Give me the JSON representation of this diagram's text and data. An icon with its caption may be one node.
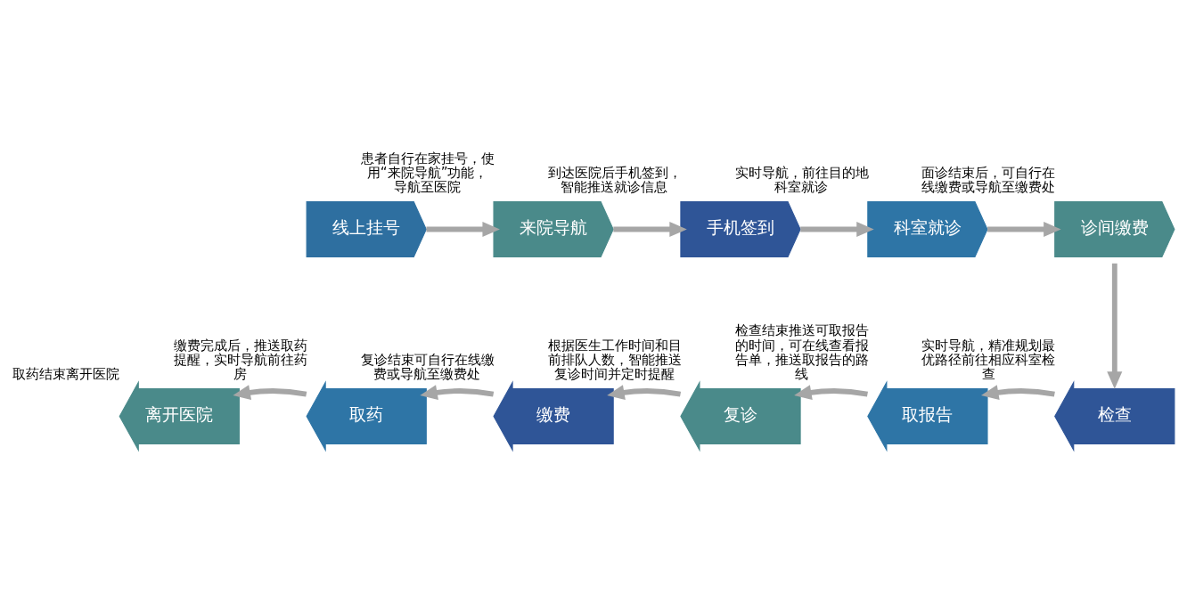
{
  "diagram": {
    "nodes": [
      {
        "text": [
          "线上挂号"
        ]
      },
      {
        "text": [
          "来院导航"
        ],
        "beside": [
          "患者自行在家挂号，使用“来院导航”功能，导航至医院"
        ]
      },
      {
        "text": [
          "手机签到"
        ],
        "beside": [
          "到达医院后手机签到，智能推送就诊信息"
        ]
      },
      {
        "text": [
          "科室就诊"
        ],
        "beside": [
          "实时导航，前往目的地科室就诊"
        ]
      },
      {
        "text": [
          "诊间缴费"
        ],
        "beside": [
          "面诊结束后，可自行在线缴费或导航至缴费处"
        ]
      },
      {
        "text": [
          "检查"
        ],
        "beside": [
          "实时导航，精准规划最优路径前往相应科室检查"
        ]
      },
      {
        "text": [
          "取报告"
        ],
        "beside": [
          "检查结束推送可取报告的时间，可在线查看报告单，推送取报告的路线"
        ]
      },
      {
        "text": [
          "复诊"
        ],
        "beside": [
          "根据医生工作时间和目前排队人数，智能推送复诊时间并定时提醒"
        ]
      },
      {
        "text": [
          "缴费"
        ],
        "beside": [
          "复诊结束可自行在线缴费或导航至缴费处"
        ]
      },
      {
        "text": [
          "取药"
        ],
        "beside": [
          "缴费完成后，推送取药提醒，实时导航前往药房"
        ]
      },
      {
        "text": [
          "离开医院"
        ],
        "beside": [
          "取药结束离开医院"
        ]
      }
    ],
    "edges": [
      {
        "from": 0,
        "to": 1,
        "arrow": "to"
      },
      {
        "from": 1,
        "to": 2,
        "arrow": "to"
      },
      {
        "from": 2,
        "to": 3,
        "arrow": "to"
      },
      {
        "from": 3,
        "to": 4,
        "arrow": "to"
      },
      {
        "from": 4,
        "to": 5,
        "arrow": "to"
      },
      {
        "from": 5,
        "to": 6,
        "arrow": "to"
      },
      {
        "from": 6,
        "to": 7,
        "arrow": "to"
      },
      {
        "from": 7,
        "to": 8,
        "arrow": "to"
      },
      {
        "from": 8,
        "to": 9,
        "arrow": "to"
      },
      {
        "from": 9,
        "to": 10,
        "arrow": "to"
      }
    ]
  }
}
